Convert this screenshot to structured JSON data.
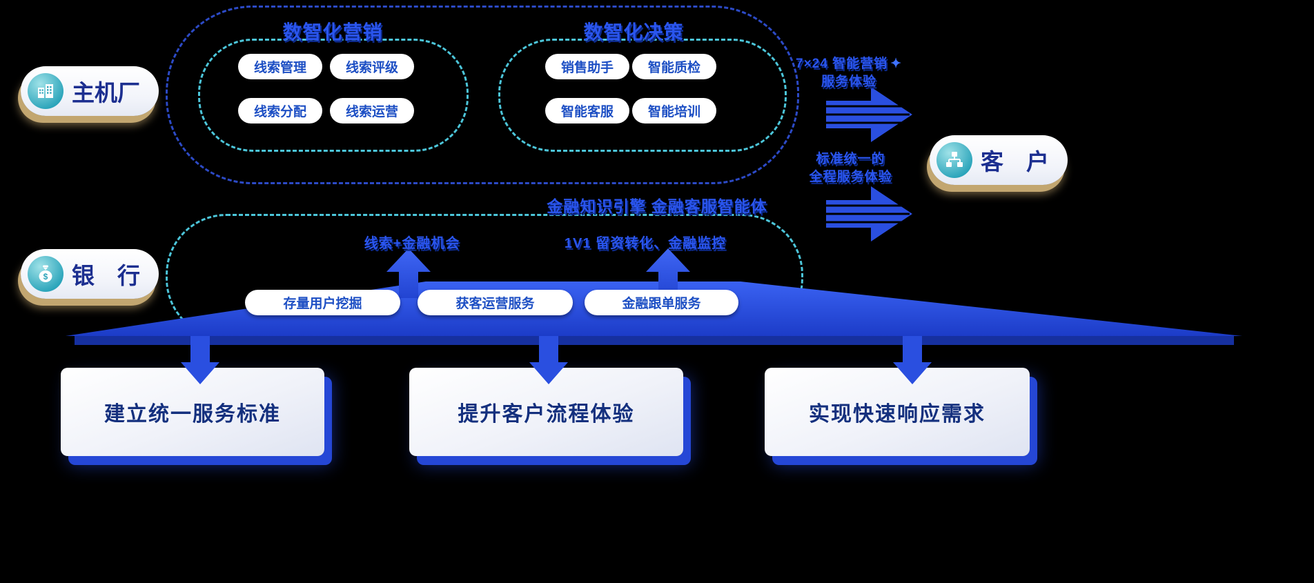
{
  "actors": {
    "oem": {
      "label": "主机厂"
    },
    "bank": {
      "label": "银　行"
    },
    "customer": {
      "label": "客　户"
    }
  },
  "marketing": {
    "title": "数智化营销",
    "buttons": [
      "线索管理",
      "线索评级",
      "线索分配",
      "线索运营"
    ]
  },
  "decision": {
    "title": "数智化决策",
    "buttons": [
      "销售助手",
      "智能质检",
      "智能客服",
      "智能培训"
    ]
  },
  "finance": {
    "title": "金融知识引擎 金融客服智能体",
    "label_left": "线索+金融机会",
    "label_right": "1V1 留资转化、金融监控",
    "buttons": [
      "存量用户挖掘",
      "获客运营服务",
      "金融跟单服务"
    ]
  },
  "right_arrows": {
    "arrow1": {
      "line1": "7×24 智能营销",
      "line2": "服务体验"
    },
    "arrow2": {
      "line1": "标准统一的",
      "line2": "全程服务体验"
    }
  },
  "bottom_cards": {
    "card1": "建立统一服务标准",
    "card2": "提升客户流程体验",
    "card3": "实现快速响应需求"
  },
  "icons": {
    "oem": "building-icon",
    "bank": "moneybag-icon",
    "customer": "org-icon",
    "sparkle": "✦"
  },
  "colors": {
    "primary_blue": "#2A4FE0",
    "deep_blue": "#16309F",
    "teal_dash": "#4CC6DA",
    "navy_dash": "#2C4AC6",
    "pill_text_blue": "#1D4FC4",
    "title_blue": "#2A55EE",
    "title_shadow": "#0D2A8C",
    "actor_text_navy": "#1C2F90",
    "tan_shadow": "#C2A670",
    "icon_teal": "#2BA4BA"
  }
}
